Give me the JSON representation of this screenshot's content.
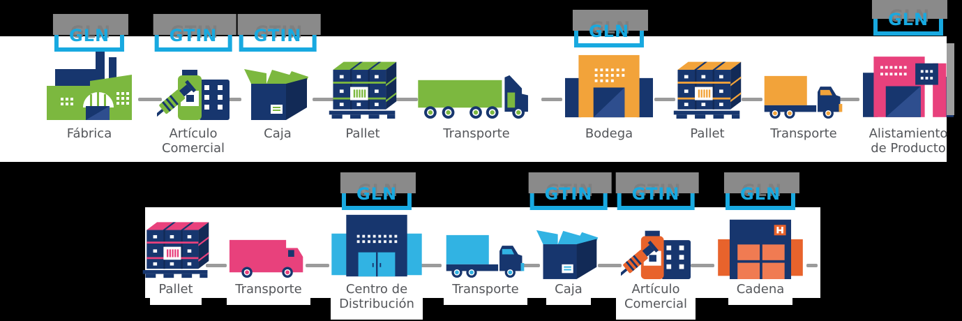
{
  "appearance": {
    "background": "#000000",
    "panel": "#FFFFFF",
    "navy": "#17366E",
    "navy_dark": "#122A56",
    "green": "#7CB83F",
    "amber": "#F2A33A",
    "pink": "#E8417C",
    "light_blue": "#31B3E3",
    "orange": "#E8632C",
    "tag_cyan": "#18A9E0",
    "tag_shadow_gray": "#8A8A8A",
    "connector_gray": "#9B9B9B",
    "label_gray": "#54565A"
  },
  "rows": [
    {
      "items": [
        {
          "label": "Fábrica",
          "tag": "GLN",
          "icon": "factory-icon"
        },
        {
          "label": "Artículo",
          "label2": "Comercial",
          "tag": "GTIN",
          "icon": "commercial-item-icon"
        },
        {
          "label": "Caja",
          "tag": "GTIN",
          "icon": "open-box-icon"
        },
        {
          "label": "Pallet",
          "icon": "pallet-icon"
        },
        {
          "label": "Transporte",
          "icon": "semi-truck-icon"
        },
        {
          "label": "Bodega",
          "tag": "GLN",
          "icon": "warehouse-icon"
        },
        {
          "label": "Pallet",
          "icon": "pallet-icon"
        },
        {
          "label": "Transporte",
          "icon": "box-truck-icon"
        },
        {
          "label": "Alistamiento",
          "label2": "de Producto",
          "tag": "GLN",
          "icon": "building-icon"
        }
      ]
    },
    {
      "items": [
        {
          "label": "Pallet",
          "icon": "pallet-icon"
        },
        {
          "label": "Transporte",
          "icon": "van-truck-icon"
        },
        {
          "label": "Centro de",
          "label2": "Distribución",
          "tag": "GLN",
          "icon": "distribution-center-icon"
        },
        {
          "label": "Transporte",
          "icon": "box-truck-icon"
        },
        {
          "label": "Caja",
          "tag": "GTIN",
          "icon": "open-box-icon"
        },
        {
          "label": "Artículo",
          "label2": "Comercial",
          "tag": "GTIN",
          "icon": "commercial-item-icon"
        },
        {
          "label": "Cadena",
          "tag": "GLN",
          "icon": "store-icon"
        }
      ]
    }
  ]
}
